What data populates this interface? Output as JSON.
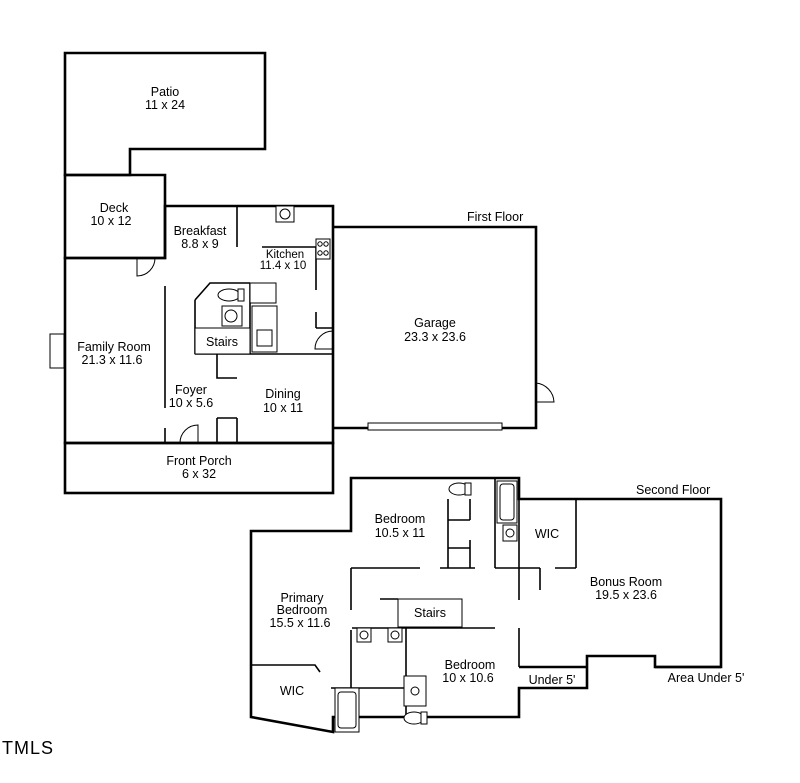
{
  "floor_labels": {
    "first": "First Floor",
    "second": "Second Floor"
  },
  "rooms": {
    "patio": {
      "name": "Patio",
      "dims": "11 x 24"
    },
    "deck": {
      "name": "Deck",
      "dims": "10 x 12"
    },
    "breakfast": {
      "name": "Breakfast",
      "dims": "8.8 x 9"
    },
    "kitchen": {
      "name": "Kitchen",
      "dims": "11.4 x 10"
    },
    "family_room": {
      "name": "Family Room",
      "dims": "21.3 x 11.6"
    },
    "stairs_first": {
      "name": "Stairs"
    },
    "foyer": {
      "name": "Foyer",
      "dims": "10 x 5.6"
    },
    "dining": {
      "name": "Dining",
      "dims": "10 x 11"
    },
    "garage": {
      "name": "Garage",
      "dims": "23.3 x 23.6"
    },
    "front_porch": {
      "name": "Front Porch",
      "dims": "6 x 32"
    },
    "bedroom_2": {
      "name": "Bedroom",
      "dims": "10.5 x 11"
    },
    "wic_upper": {
      "name": "WIC"
    },
    "bonus_room": {
      "name": "Bonus Room",
      "dims": "19.5 x 23.6"
    },
    "primary_bedroom": {
      "name_line1": "Primary",
      "name_line2": "Bedroom",
      "dims": "15.5 x 11.6"
    },
    "stairs_second": {
      "name": "Stairs"
    },
    "bedroom_3": {
      "name": "Bedroom",
      "dims": "10 x 10.6"
    },
    "wic_primary": {
      "name": "WIC"
    },
    "under_5": {
      "name": "Under 5'"
    },
    "area_under_5": {
      "name": "Area Under 5'"
    }
  },
  "logo": {
    "text": "TMLS"
  }
}
